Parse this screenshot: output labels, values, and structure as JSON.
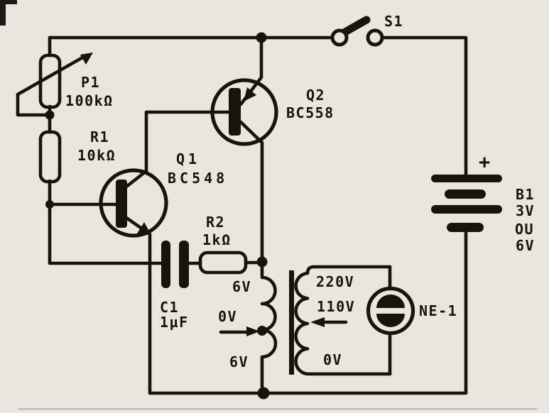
{
  "diagram": {
    "type": "circuit-schematic",
    "components": {
      "p1": {
        "ref": "P1",
        "value": "100kΩ"
      },
      "r1": {
        "ref": "R1",
        "value": "10kΩ"
      },
      "r2": {
        "ref": "R2",
        "value": "1kΩ"
      },
      "c1": {
        "ref": "C1",
        "value": "1µF"
      },
      "q1": {
        "ref": "Q1",
        "part": "BC548"
      },
      "q2": {
        "ref": "Q2",
        "part": "BC558"
      },
      "s1": {
        "ref": "S1"
      },
      "ne1": {
        "ref": "NE-1"
      },
      "b1": {
        "ref": "B1",
        "polarity": "+",
        "voltage_options": [
          "3V",
          "OU",
          "6V"
        ]
      },
      "t1": {
        "primary_taps": [
          "6V",
          "0V",
          "6V"
        ],
        "secondary_taps": [
          "220V",
          "110V",
          "0V"
        ]
      }
    },
    "colors": {
      "ink": "#17140e",
      "paper": "#e9e6df"
    }
  }
}
